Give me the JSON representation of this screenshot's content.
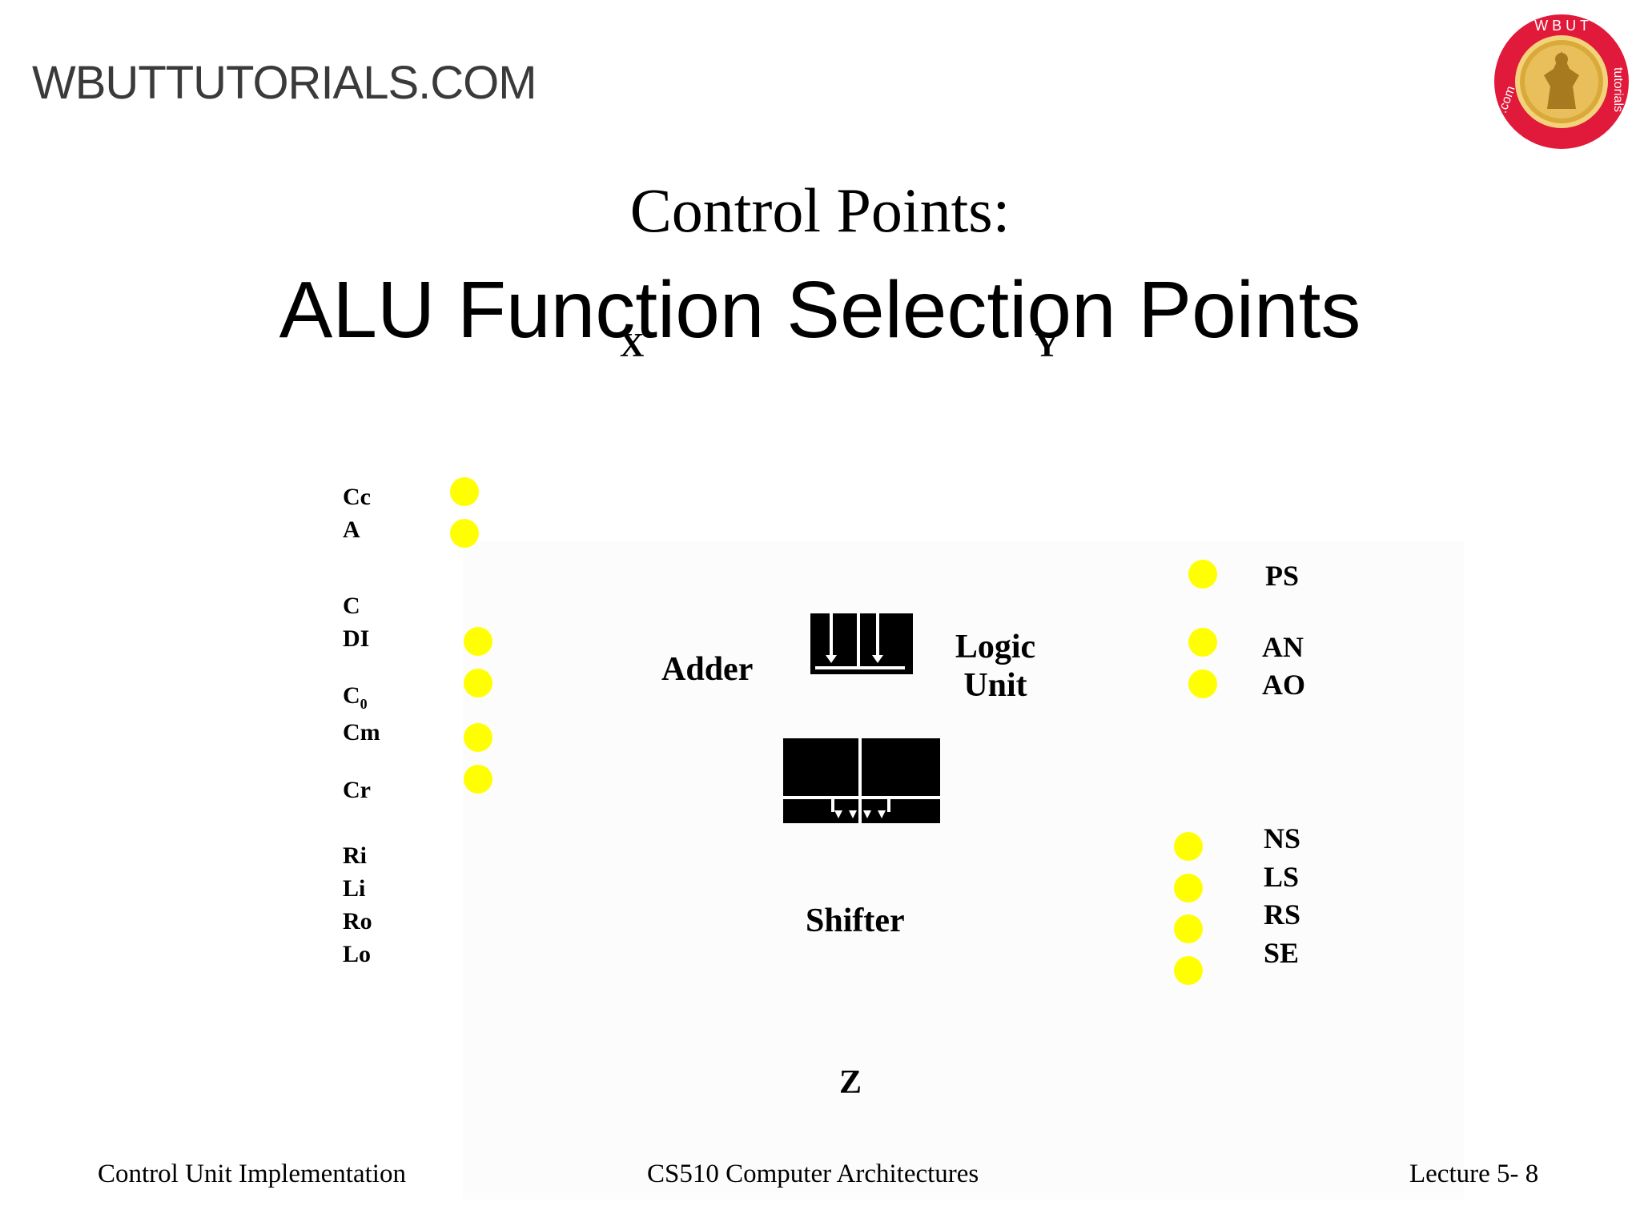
{
  "watermark": "WBUTTUTORIALS.COM",
  "logo": {
    "ring_text": "WBUT Tutorials . com",
    "colors": {
      "ring": "#e1193a",
      "coin": "#d9a93a"
    }
  },
  "title": {
    "line1": "Control Points:",
    "line2": "ALU Function Selection Points"
  },
  "diagram": {
    "inputs": {
      "x": "X",
      "y": "Y"
    },
    "output": {
      "z": "Z"
    },
    "units": {
      "adder": "Adder",
      "logic_line1": "Logic",
      "logic_line2": "Unit",
      "shifter": "Shifter"
    },
    "adder_controls": [
      "Cc",
      "A",
      "C",
      "DI",
      "C",
      "Cm",
      "Cr",
      "Ri",
      "Li",
      "Ro",
      "Lo"
    ],
    "c0_subscript": "0",
    "logic_controls": [
      "PS",
      "AN",
      "AO"
    ],
    "shift_controls": [
      "NS",
      "LS",
      "RS",
      "SE"
    ],
    "colors": {
      "control_point": "#ffff00",
      "block": "#000000"
    }
  },
  "footer": {
    "left": "Control Unit Implementation",
    "center": "CS510 Computer Architectures",
    "right": "Lecture 5- 8"
  }
}
